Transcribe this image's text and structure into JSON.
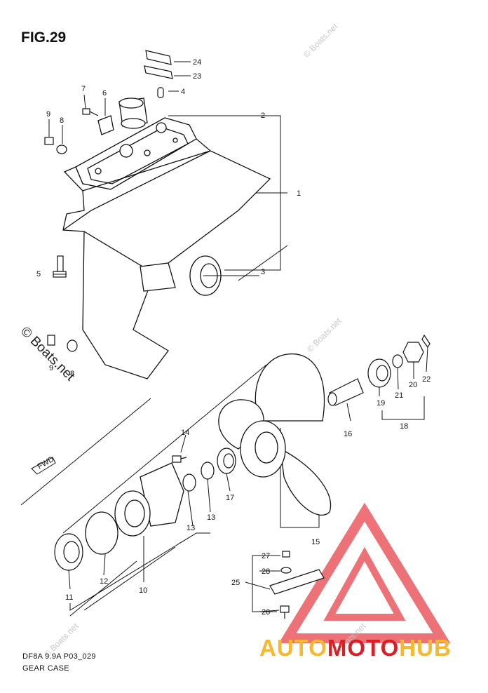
{
  "figure": {
    "title": "FIG.29",
    "code": "DF8A 9.9A P03_029",
    "name": "GEAR CASE"
  },
  "watermark": {
    "small_text": "© Boats.net",
    "middle_text": "© Boats.net"
  },
  "brand": {
    "part_a": "AUTO",
    "part_b": "MOTO",
    "part_c": "HUB",
    "color_yellow": "#f5b82e",
    "color_red": "#d81f26",
    "triangle_color": "#e8434b"
  },
  "callouts": [
    "1",
    "2",
    "3",
    "4",
    "5",
    "6",
    "7",
    "8",
    "9",
    "10",
    "11",
    "12",
    "13",
    "14",
    "15",
    "16",
    "17",
    "18",
    "19",
    "20",
    "21",
    "22",
    "23",
    "24",
    "25",
    "26",
    "27",
    "28"
  ],
  "extra_labels": {
    "label_9_lower": "9",
    "label_8_lower": "8",
    "label_13_second": "13",
    "fwd_marker": "FWD"
  }
}
